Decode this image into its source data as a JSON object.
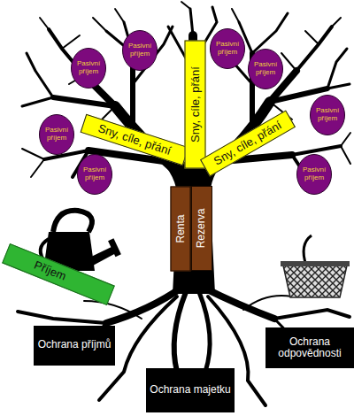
{
  "diagram": {
    "nodes": [
      {
        "text": [
          "Pasivní příjem"
        ]
      },
      {
        "text": [
          "Pasivní příjem"
        ]
      },
      {
        "text": [
          "Pasivní příjem"
        ]
      },
      {
        "text": [
          "Pasivní příjem"
        ]
      },
      {
        "text": [
          "Pasivní příjem"
        ]
      },
      {
        "text": [
          "Pasivní příjem"
        ]
      },
      {
        "text": [
          "Pasivní příjem"
        ]
      },
      {
        "text": [
          "Pasivní příjem"
        ]
      },
      {
        "text": [
          "Sny, cíle, přání"
        ]
      },
      {
        "text": [
          "Sny, cíle, přání"
        ]
      },
      {
        "text": [
          "Sny, cíle, přání"
        ]
      },
      {
        "text": [
          "Renta"
        ]
      },
      {
        "text": [
          "Rezerva"
        ]
      },
      {
        "text": [
          "Příjem"
        ]
      },
      {
        "text": [
          "Ochrana příjmů"
        ]
      },
      {
        "text": [
          "Ochrana majetku"
        ]
      },
      {
        "text": [
          "Ochrana odpovědnosti"
        ]
      }
    ]
  }
}
